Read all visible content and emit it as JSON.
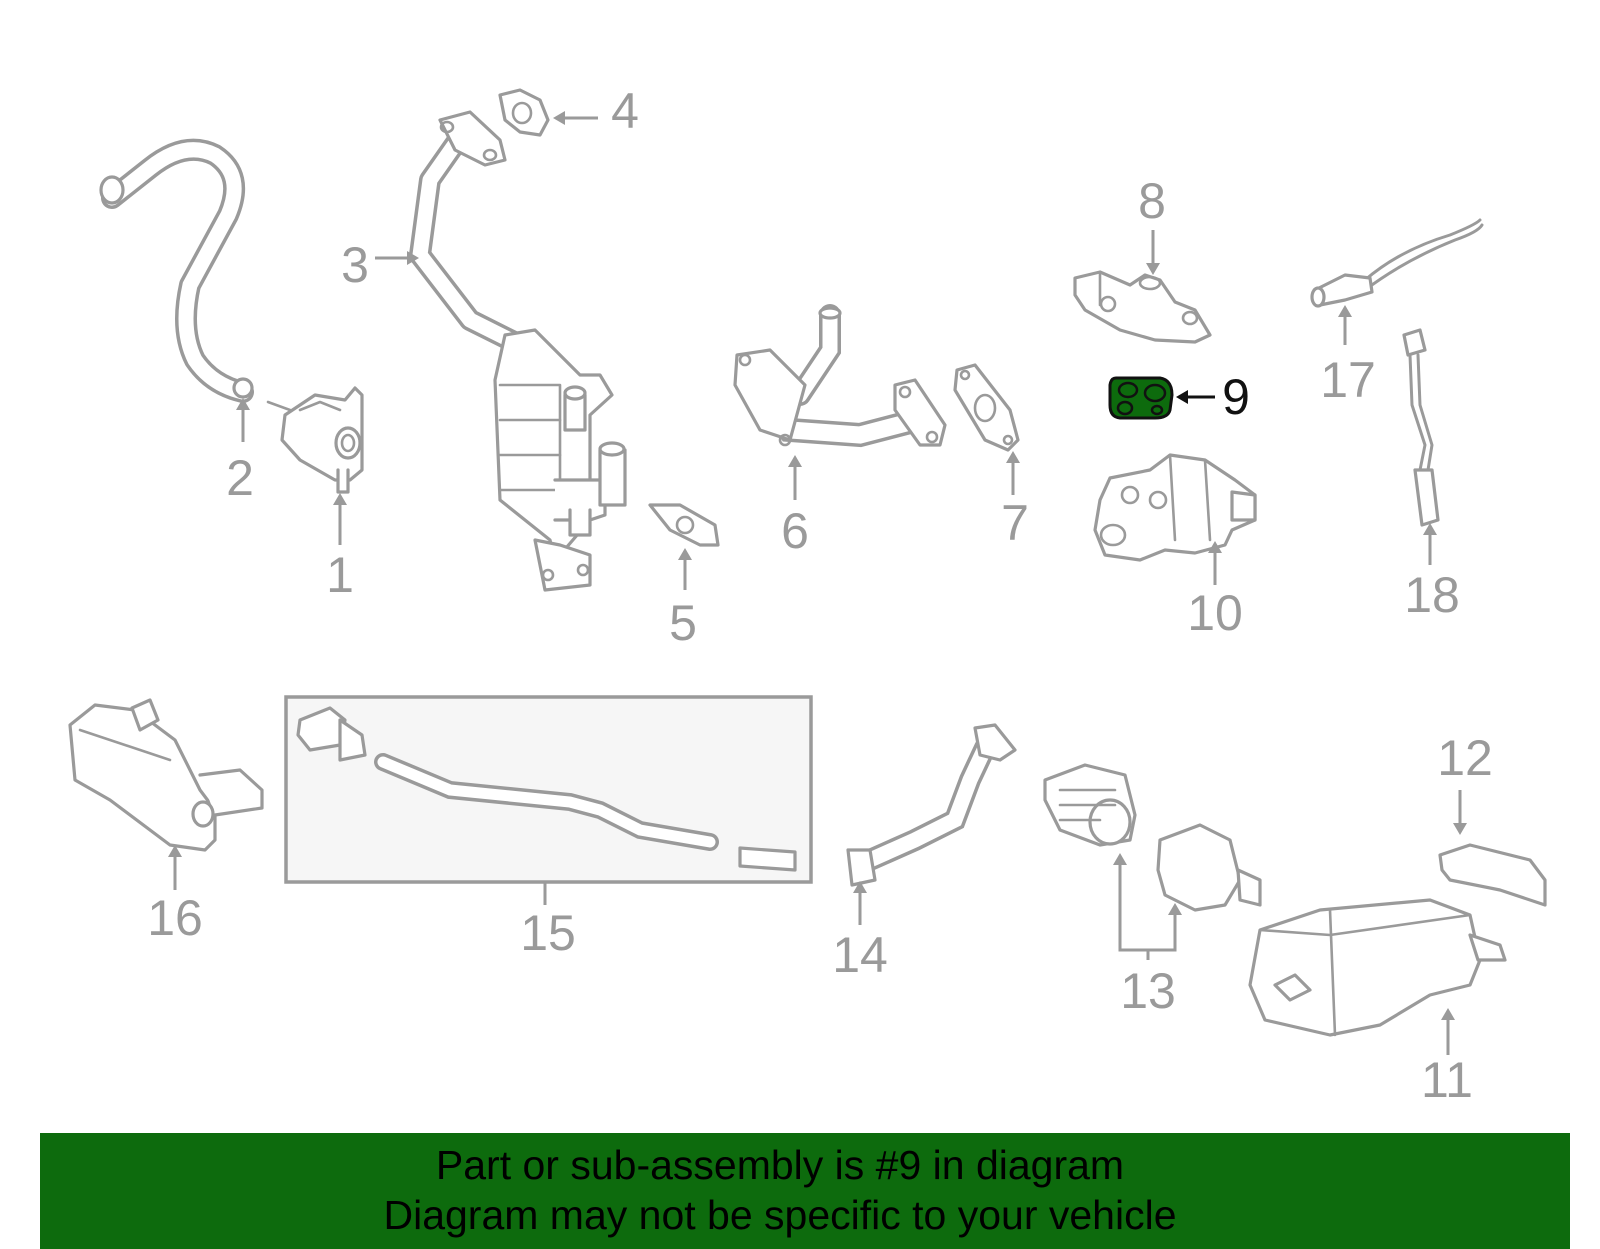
{
  "diagram": {
    "highlight_color": "#0d6b0d",
    "line_color": "#9a9a9a",
    "highlighted_part": "9",
    "callouts": [
      "1",
      "2",
      "3",
      "4",
      "5",
      "6",
      "7",
      "8",
      "9",
      "10",
      "11",
      "12",
      "13",
      "14",
      "15",
      "16",
      "17",
      "18"
    ]
  },
  "footer": {
    "background": "#0d6b0d",
    "line1": "Part or sub-assembly is #9 in diagram",
    "line2": "Diagram may not be specific to your vehicle"
  }
}
